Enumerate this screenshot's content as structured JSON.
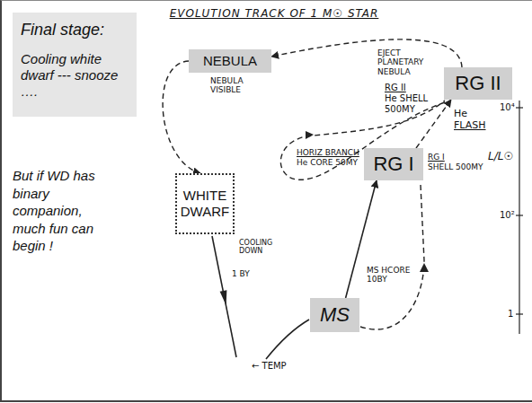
{
  "diagram": {
    "title": "EVOLUTION TRACK OF 1 M☉ STAR",
    "nodes": [
      {
        "text": [
          "Final stage:",
          "Cooling white dwarf --- snooze …."
        ]
      },
      {
        "text": [
          "NEBULA"
        ]
      },
      {
        "text": [
          "RG II"
        ]
      },
      {
        "text": [
          "RG I"
        ]
      },
      {
        "text": [
          "WHITE DWARF"
        ]
      },
      {
        "text": [
          "MS"
        ]
      }
    ],
    "edges": [
      {
        "from": 5,
        "to": 3,
        "arrow": "to"
      },
      {
        "from": 3,
        "to": 2,
        "arrow": "to"
      },
      {
        "from": 2,
        "to": 1,
        "arrow": "to"
      },
      {
        "from": 1,
        "to": 4,
        "arrow": "to"
      }
    ],
    "labels": [
      "But if WD has binary companion, much fun can begin !",
      "EJECT PLANETARY NEBULA",
      "NEBULA VISIBLE",
      "RG II",
      "He SHELL 500MY",
      "He",
      "FLASH",
      "HORIZ BRANCH",
      "He CORE 50MY",
      "RG I",
      "SHELL 500MY",
      "L/L☉",
      "10⁴",
      "10²",
      "1",
      "COOLING DOWN",
      "1 BY",
      "MS HCORE 10BY",
      "← TEMP"
    ]
  }
}
